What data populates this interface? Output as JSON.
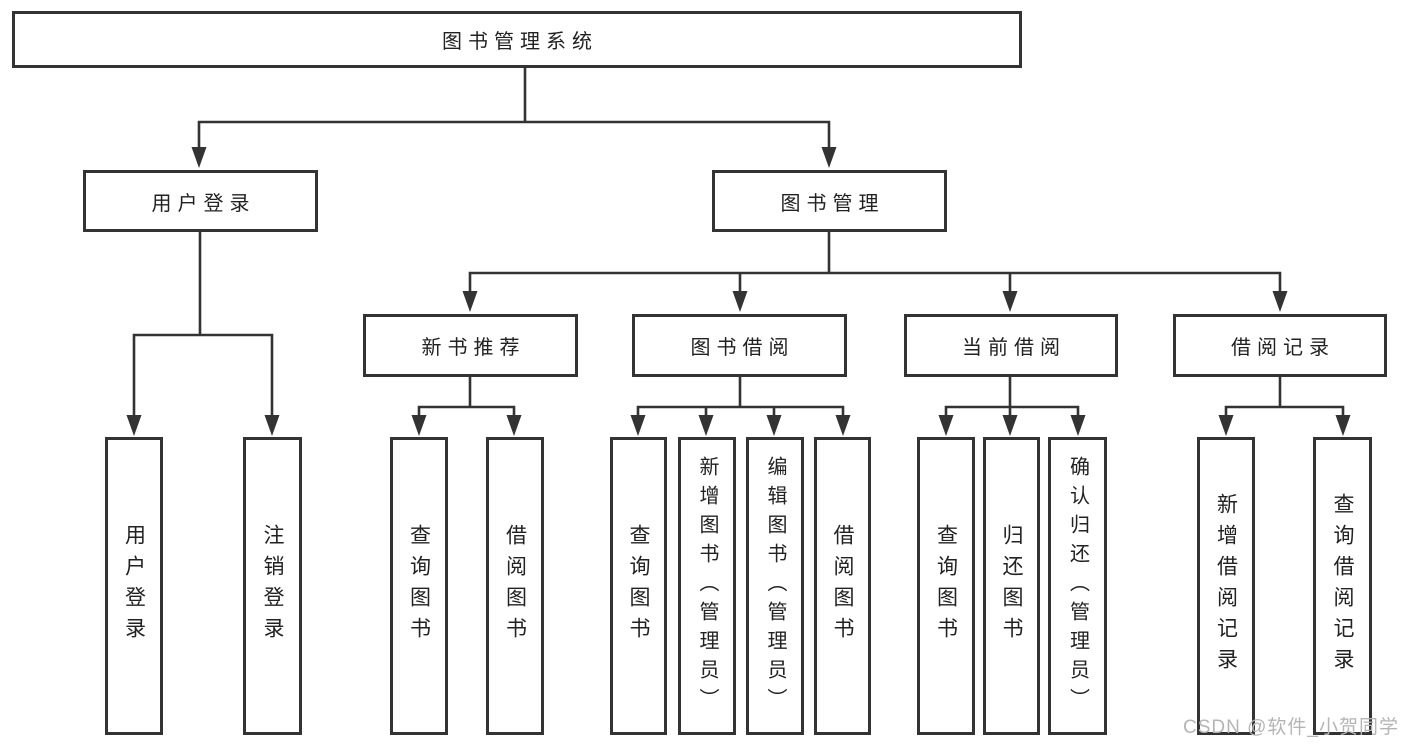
{
  "diagram_title": "图书管理系统",
  "root": {
    "label": "图书管理系统"
  },
  "branches": [
    {
      "label": "用户登录",
      "children": [
        {
          "label": "用户登录"
        },
        {
          "label": "注销登录"
        }
      ]
    },
    {
      "label": "图书管理",
      "children": [
        {
          "label": "新书推荐",
          "children": [
            {
              "label": "查询图书"
            },
            {
              "label": "借阅图书"
            }
          ]
        },
        {
          "label": "图书借阅",
          "children": [
            {
              "label": "查询图书"
            },
            {
              "label": "新增图书（管理员）"
            },
            {
              "label": "编辑图书（管理员）"
            },
            {
              "label": "借阅图书"
            }
          ]
        },
        {
          "label": "当前借阅",
          "children": [
            {
              "label": "查询图书"
            },
            {
              "label": "归还图书"
            },
            {
              "label": "确认归还（管理员）"
            }
          ]
        },
        {
          "label": "借阅记录",
          "children": [
            {
              "label": "新增借阅记录"
            },
            {
              "label": "查询借阅记录"
            }
          ]
        }
      ]
    }
  ],
  "watermark": "CSDN @软件_小贺同学",
  "colors": {
    "line": "#333333",
    "text": "#222222",
    "watermark": "#b5b5b5",
    "background": "#ffffff"
  }
}
